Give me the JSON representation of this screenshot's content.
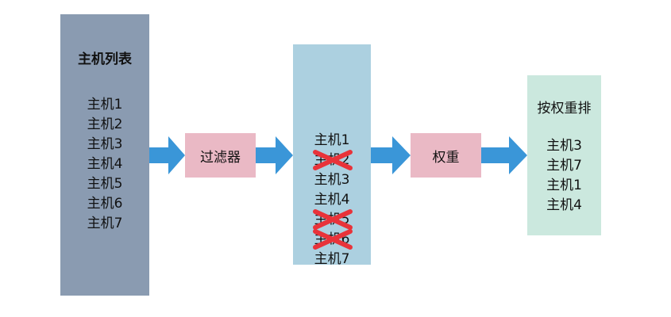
{
  "host_list": {
    "title": "主机列表",
    "items": [
      "主机1",
      "主机2",
      "主机3",
      "主机4",
      "主机5",
      "主机6",
      "主机7"
    ]
  },
  "filter": {
    "label": "过滤器"
  },
  "filtered_list": {
    "items": [
      {
        "label": "主机1",
        "removed": false
      },
      {
        "label": "主机2",
        "removed": true
      },
      {
        "label": "主机3",
        "removed": false
      },
      {
        "label": "主机4",
        "removed": false
      },
      {
        "label": "主机5",
        "removed": true
      },
      {
        "label": "主机6",
        "removed": true
      },
      {
        "label": "主机7",
        "removed": false
      }
    ]
  },
  "weight": {
    "label": "权重"
  },
  "sorted": {
    "title": "按权重排",
    "items": [
      "主机3",
      "主机7",
      "主机1",
      "主机4"
    ]
  },
  "colors": {
    "host_list_bg": "#8a9bb1",
    "step_bg": "#eab9c5",
    "filtered_bg": "#acd0e0",
    "sorted_bg": "#cbe8de",
    "arrow": "#3a96d8",
    "cross": "#e8333a"
  }
}
